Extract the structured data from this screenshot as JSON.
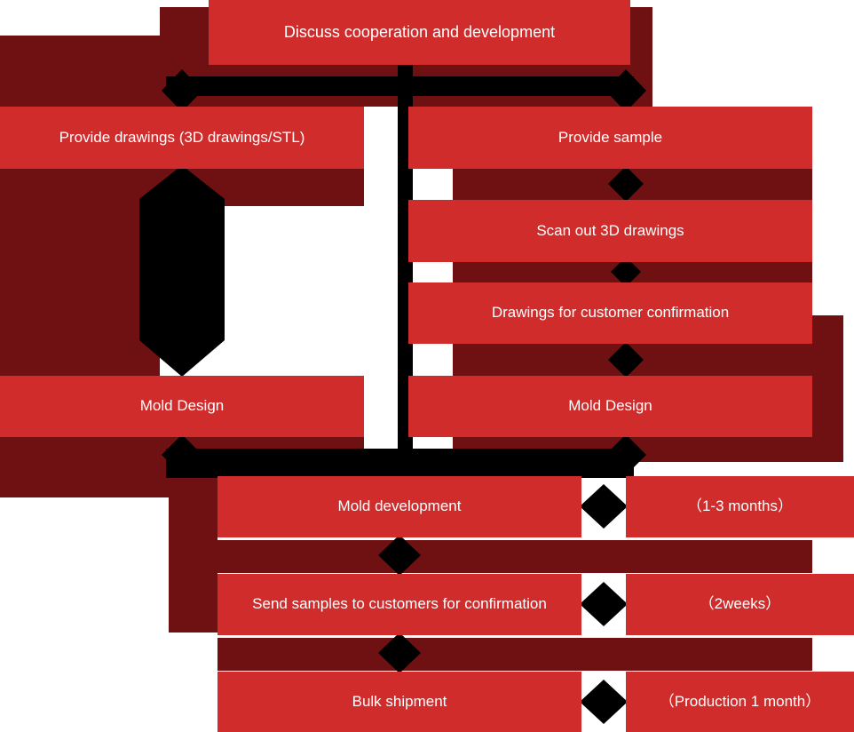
{
  "colors": {
    "box_red": "#d02c2c",
    "shadow_maroon": "#6f1113",
    "connector_black": "#000000",
    "text_white": "#ffffff"
  },
  "flowchart": {
    "nodes": {
      "discuss": {
        "label": "Discuss cooperation and development"
      },
      "provide_drawings": {
        "label": "Provide drawings (3D drawings/STL)"
      },
      "provide_sample": {
        "label": "Provide sample"
      },
      "scan_3d": {
        "label": "Scan out 3D drawings"
      },
      "drawings_confirm": {
        "label": "Drawings for customer confirmation"
      },
      "mold_design_left": {
        "label": "Mold Design"
      },
      "mold_design_right": {
        "label": "Mold Design"
      },
      "mold_development": {
        "label": "Mold development"
      },
      "duration_mold_development": {
        "label": "（1-3 months）"
      },
      "send_samples": {
        "label": "Send samples to customers for confirmation"
      },
      "duration_samples": {
        "label": "（2weeks）"
      },
      "bulk_shipment": {
        "label": "Bulk shipment"
      },
      "duration_bulk": {
        "label": "（Production 1 month）"
      }
    }
  }
}
